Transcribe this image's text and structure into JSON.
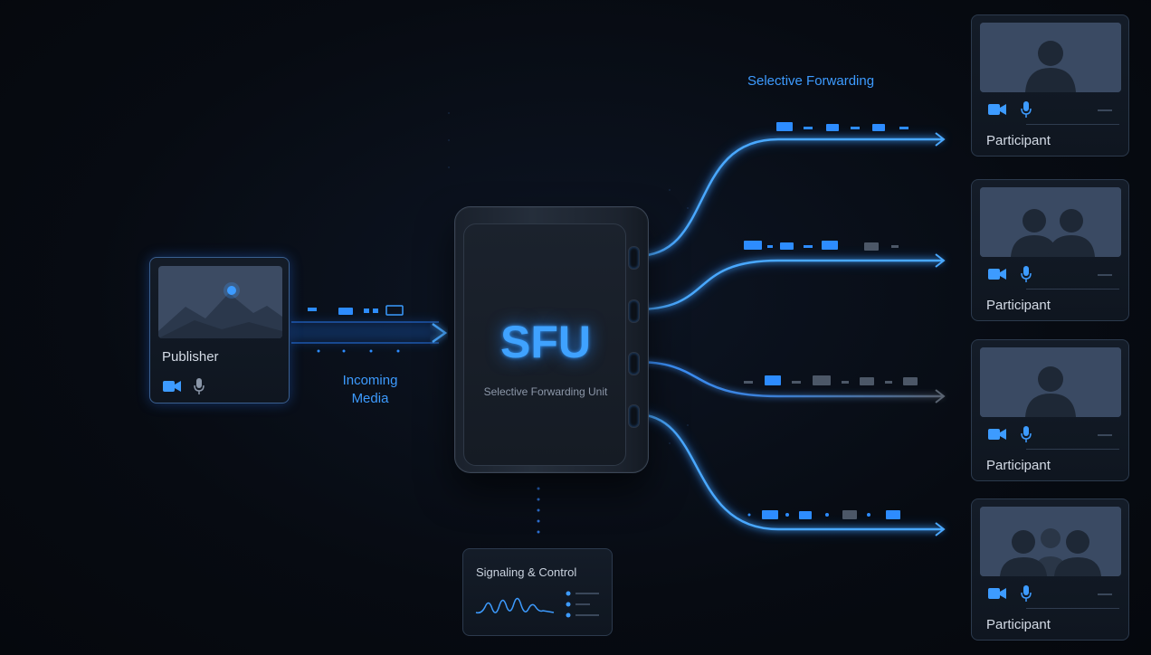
{
  "diagram": {
    "title": "Selective Forwarding",
    "incoming_label": "Incoming Media",
    "sfu": {
      "name": "SFU",
      "subtitle": "Selective Forwarding Unit"
    },
    "publisher": {
      "label": "Publisher",
      "icons": [
        "video-camera-icon",
        "microphone-icon"
      ]
    },
    "participants": [
      {
        "label": "Participant",
        "people": 1
      },
      {
        "label": "Participant",
        "people": 2
      },
      {
        "label": "Participant",
        "people": 1
      },
      {
        "label": "Participant",
        "people": 3
      }
    ],
    "signaling": {
      "label": "Signaling & Control"
    },
    "colors": {
      "accent": "#3d9bff",
      "glow": "#1e7bff",
      "background": "#070b12",
      "panel": "#141c28"
    }
  }
}
